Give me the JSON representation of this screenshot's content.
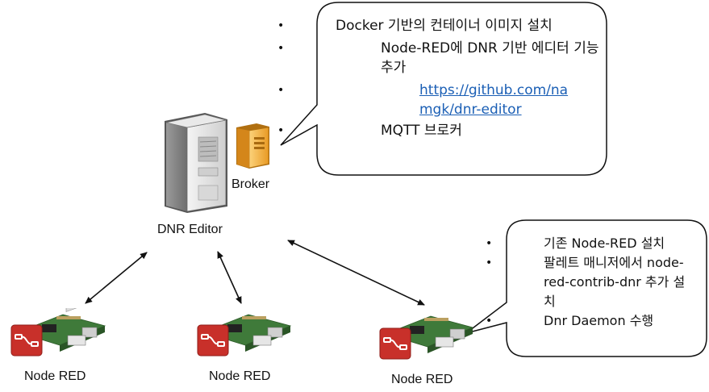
{
  "top_callout": {
    "items": [
      {
        "level": 1,
        "text": "Docker 기반의 컨테이너 이미지 설치"
      },
      {
        "level": 2,
        "text": "Node-RED에 DNR 기반 에디터 기능 추가"
      },
      {
        "level": 3,
        "text": "https://github.com/namgk/dnr-editor",
        "is_link": true
      },
      {
        "level": 2,
        "text": "MQTT 브로커"
      }
    ]
  },
  "right_callout": {
    "items": [
      {
        "text": "기존 Node-RED 설치"
      },
      {
        "text": "팔레트 매니저에서 node-red-contrib-dnr 추가 설치"
      },
      {
        "text": "Dnr Daemon 수행"
      }
    ]
  },
  "labels": {
    "broker": "Broker",
    "dnr_editor": "DNR Editor",
    "node_red_1": "Node RED",
    "node_red_2": "Node RED",
    "node_red_3": "Node RED"
  },
  "colors": {
    "broker_orange": "#f0a030",
    "server_gray": "#d9d9d9",
    "nodered_red": "#c8302a",
    "board_green": "#3f7a3a",
    "arrow": "#111111"
  },
  "icons": {
    "server": "server-tower-icon",
    "broker": "broker-server-icon",
    "raspberry_pi": "raspberry-pi-board-icon",
    "node_red_logo": "node-red-logo-icon"
  }
}
